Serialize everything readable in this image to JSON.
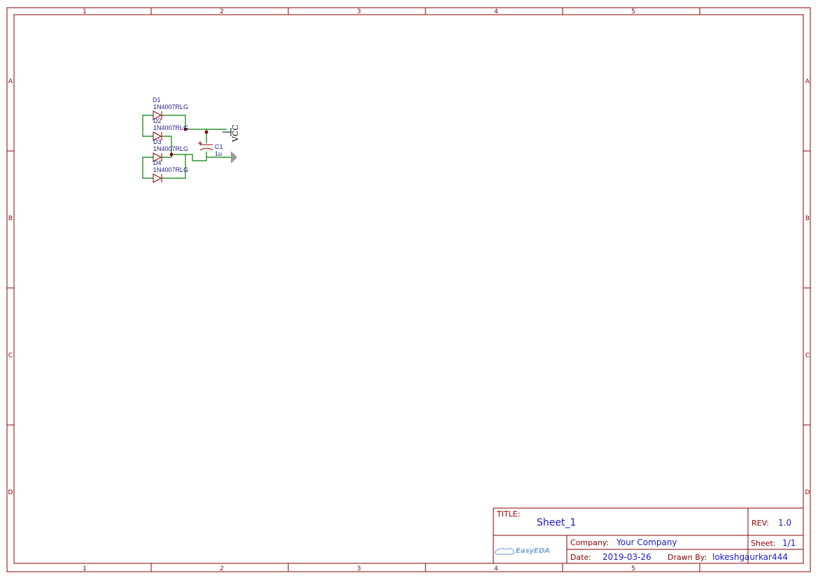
{
  "frame": {
    "columns": [
      "1",
      "2",
      "3",
      "4",
      "5"
    ],
    "rows": [
      "A",
      "B",
      "C",
      "D"
    ]
  },
  "title_block": {
    "title_label": "TITLE:",
    "title_value": "Sheet_1",
    "rev_label": "REV:",
    "rev_value": "1.0",
    "company_label": "Company:",
    "company_value": "Your Company",
    "sheet_label": "Sheet:",
    "sheet_value": "1/1",
    "date_label": "Date:",
    "date_value": "2019-03-26",
    "drawn_by_label": "Drawn By:",
    "drawn_by_value": "lokeshgaurkar444",
    "logo_text": "EasyEDA"
  },
  "schematic": {
    "diodes": [
      {
        "ref": "D1",
        "part": "1N4007RLG"
      },
      {
        "ref": "D2",
        "part": "1N4007RLG"
      },
      {
        "ref": "D3",
        "part": "1N4007RLG"
      },
      {
        "ref": "D4",
        "part": "1N4007RLG"
      }
    ],
    "capacitor": {
      "ref": "C1",
      "value": "1u"
    },
    "power_net": "VCC",
    "colors": {
      "frame": "#8b0000",
      "wire": "#008000",
      "component": "#8b0000",
      "label": "#1a1a8c",
      "ground": "#555555"
    }
  }
}
